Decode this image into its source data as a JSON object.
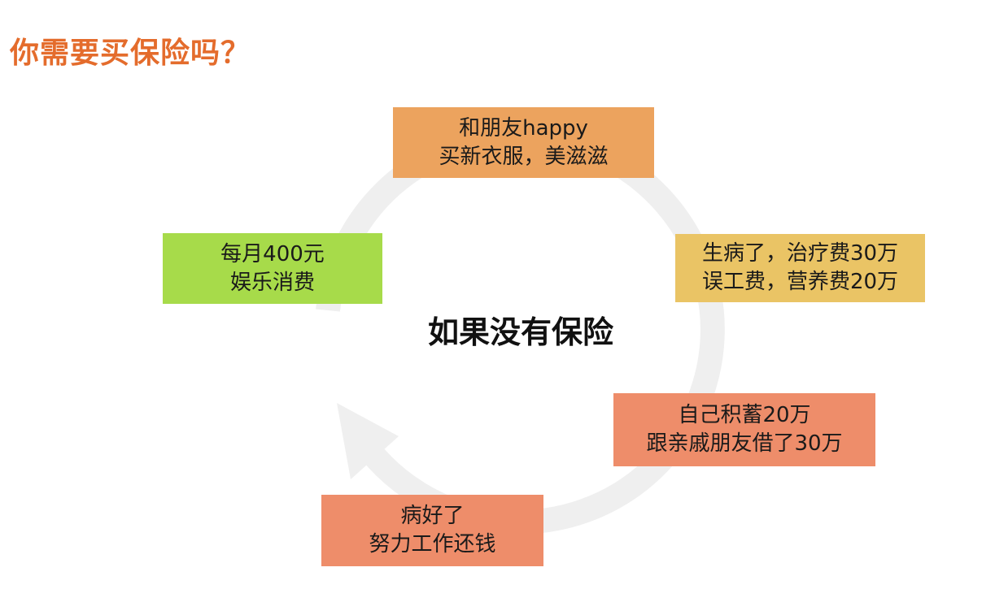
{
  "title": "你需要买保险吗？",
  "center_label": "如果没有保险",
  "colors": {
    "title": "#E46C2C",
    "arrow": "#EFEFEF"
  },
  "boxes": [
    {
      "id": "box-top",
      "color": "#ECA35E",
      "lines": [
        "和朋友happy",
        "买新衣服，美滋滋"
      ]
    },
    {
      "id": "box-right",
      "color": "#EAC465",
      "lines": [
        "生病了，治疗费30万",
        "误工费，营养费20万"
      ]
    },
    {
      "id": "box-lower",
      "color": "#EE8D6A",
      "lines": [
        "自己积蓄20万",
        "跟亲戚朋友借了30万"
      ]
    },
    {
      "id": "box-bottom",
      "color": "#EE8D6A",
      "lines": [
        "病好了",
        "努力工作还钱"
      ]
    },
    {
      "id": "box-left",
      "color": "#A7DB4A",
      "lines": [
        "每月400元",
        "娱乐消费"
      ]
    }
  ]
}
